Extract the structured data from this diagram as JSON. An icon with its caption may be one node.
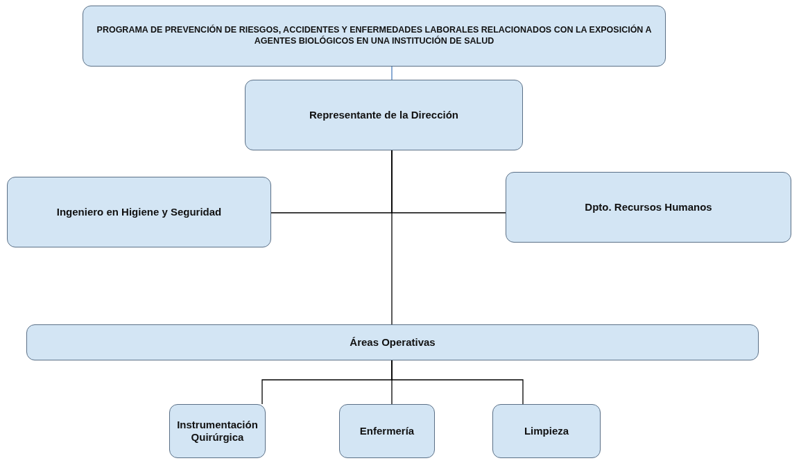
{
  "diagram": {
    "nodes": [
      {
        "text": [
          "PROGRAMA DE PREVENCIÓN DE RIESGOS, ACCIDENTES Y ENFERMEDADES LABORALES RELACIONADOS CON LA EXPOSICIÓN A AGENTES BIOLÓGICOS EN UNA INSTITUCIÓN DE SALUD"
        ]
      },
      {
        "text": [
          "Representante de la Dirección"
        ]
      },
      {
        "text": [
          "Ingeniero en Higiene y Seguridad"
        ]
      },
      {
        "text": [
          "Dpto. Recursos Humanos"
        ]
      },
      {
        "text": [
          "Áreas Operativas"
        ]
      },
      {
        "text": [
          "Instrumentación Quirúrgica"
        ]
      },
      {
        "text": [
          "Enfermería"
        ]
      },
      {
        "text": [
          "Limpieza"
        ]
      }
    ],
    "edges": [
      {
        "from": 0,
        "to": 1,
        "arrow": "none",
        "color": "#4a7ebb"
      },
      {
        "from": 1,
        "to": 2,
        "arrow": "none"
      },
      {
        "from": 1,
        "to": 3,
        "arrow": "none"
      },
      {
        "from": 1,
        "to": 4,
        "arrow": "none"
      },
      {
        "from": 4,
        "to": 5,
        "arrow": "none"
      },
      {
        "from": 4,
        "to": 6,
        "arrow": "none"
      },
      {
        "from": 4,
        "to": 7,
        "arrow": "none"
      }
    ]
  }
}
